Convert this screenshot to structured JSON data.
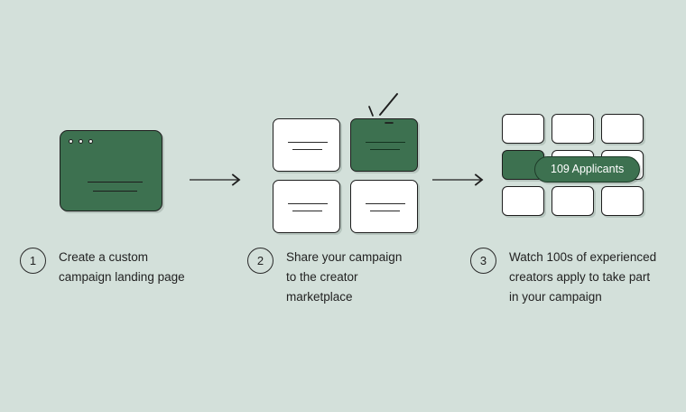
{
  "theme": {
    "background": "#d3e0da",
    "green": "#3d7150",
    "ink": "#1e1e1e",
    "text": "#222222",
    "card": "#ffffff",
    "tooltip_text": "#ffffff"
  },
  "steps": [
    {
      "number": "1",
      "text": "Create a custom\ncampaign landing page",
      "illustration": "browser-window"
    },
    {
      "number": "2",
      "text": "Share your campaign\nto the creator\nmarketplace",
      "illustration": "card-grid-2x2"
    },
    {
      "number": "3",
      "text": "Watch 100s of experienced\ncreators apply to take part\nin your campaign",
      "illustration": "tile-grid-3x3"
    }
  ],
  "illustration_1": {
    "window_dots": [
      "dot-1",
      "dot-2",
      "dot-3"
    ],
    "content_lines": 2
  },
  "illustration_2": {
    "cards": [
      {
        "id": "card-1",
        "state": "default"
      },
      {
        "id": "card-2",
        "state": "selected"
      },
      {
        "id": "card-3",
        "state": "default"
      },
      {
        "id": "card-4",
        "state": "default"
      }
    ],
    "sparkle": "click-sparkle"
  },
  "illustration_3": {
    "tiles": [
      {
        "id": "tile-1",
        "state": "default"
      },
      {
        "id": "tile-2",
        "state": "default"
      },
      {
        "id": "tile-3",
        "state": "default"
      },
      {
        "id": "tile-4",
        "state": "selected"
      },
      {
        "id": "tile-5",
        "state": "default"
      },
      {
        "id": "tile-6",
        "state": "default"
      },
      {
        "id": "tile-7",
        "state": "default"
      },
      {
        "id": "tile-8",
        "state": "default"
      },
      {
        "id": "tile-9",
        "state": "default"
      }
    ],
    "tooltip": "109 Applicants"
  },
  "connectors": [
    {
      "id": "arrow-1",
      "direction": "right"
    },
    {
      "id": "arrow-2",
      "direction": "right"
    }
  ]
}
